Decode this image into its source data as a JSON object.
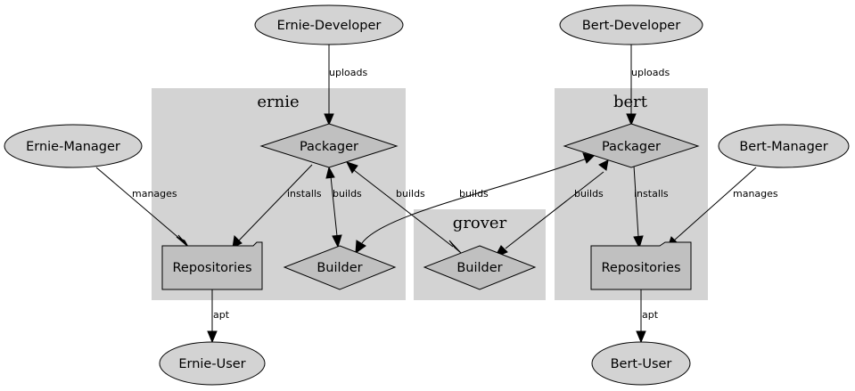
{
  "clusters": {
    "ernie": "ernie",
    "grover": "grover",
    "bert": "bert"
  },
  "nodes": {
    "ernie_developer": "Ernie-Developer",
    "bert_developer": "Bert-Developer",
    "ernie_manager": "Ernie-Manager",
    "bert_manager": "Bert-Manager",
    "ernie_packager": "Packager",
    "ernie_builder": "Builder",
    "ernie_repositories": "Repositories",
    "grover_builder": "Builder",
    "bert_packager": "Packager",
    "bert_repositories": "Repositories",
    "ernie_user": "Ernie-User",
    "bert_user": "Bert-User"
  },
  "edges": {
    "ernie_uploads": "uploads",
    "bert_uploads": "uploads",
    "ernie_manages": "manages",
    "bert_manages": "manages",
    "ernie_installs": "installs",
    "bert_installs": "installs",
    "ernie_builds_local": "builds",
    "ernie_builds_grover": "builds",
    "bert_builds_ernie": "builds",
    "bert_builds_grover": "builds",
    "ernie_apt": "apt",
    "bert_apt": "apt"
  }
}
